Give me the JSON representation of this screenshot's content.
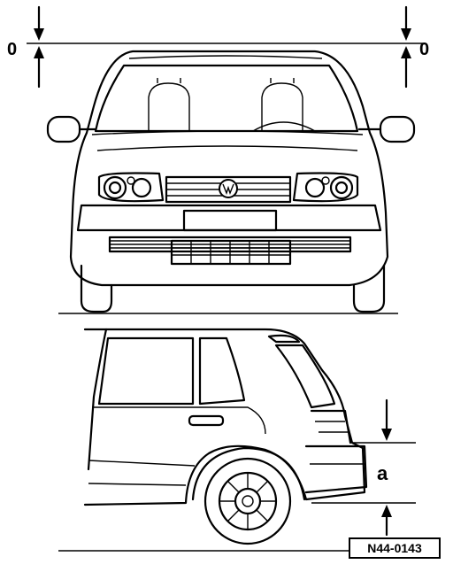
{
  "labels": {
    "zero_left": "0",
    "zero_right": "0",
    "dim_a": "a"
  },
  "reference_code": "N44-0143",
  "colors": {
    "ink": "#000000",
    "paper": "#ffffff"
  }
}
